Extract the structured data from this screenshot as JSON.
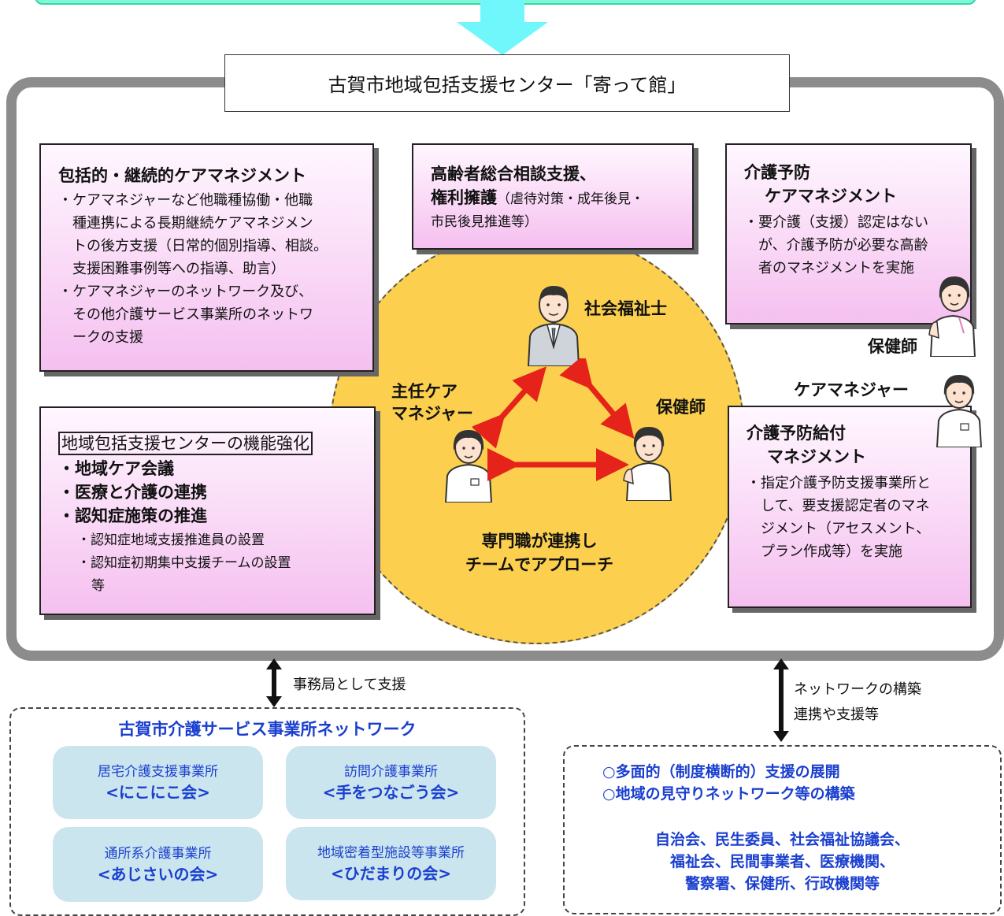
{
  "center": {
    "title": "古賀市地域包括支援センター「寄って館」"
  },
  "boxes": {
    "comprehensive": {
      "title": "包括的・継続的ケアマネジメント",
      "bullet1": [
        "・ケアマネジャーなど他職種協働・他職",
        "種連携による長期継続ケアマネジメン",
        "トの後方支援（日常的個別指導、相談。",
        "支援困難事例等への指導、助言）"
      ],
      "bullet2": [
        "・ケアマネジャーのネットワーク及び、",
        "その他介護サービス事業所のネットワ",
        "ークの支援"
      ]
    },
    "consultation": {
      "title": "高齢者総合相談支援、",
      "title2": "権利擁護",
      "note": "（虐待対策・成年後見・",
      "note2": "市民後見推進等）"
    },
    "prevention_cm": {
      "title1": "介護予防",
      "title2": "ケアマネジメント",
      "text": [
        "・要介護（支援）認定はない",
        "が、介護予防が必要な高齢",
        "者のマネジメントを実施"
      ]
    },
    "strengthening": {
      "title": "地域包括支援センターの機能強化",
      "items": [
        "・地域ケア会議",
        "・医療と介護の連携",
        "・認知症施策の推進"
      ],
      "sub": [
        "・認知症地域支援推進員の設置",
        "・認知症初期集中支援チームの設置",
        "等"
      ]
    },
    "benefit_cm": {
      "title1": "介護予防給付",
      "title2": "マネジメント",
      "text": [
        "・指定介護予防支援事業所と",
        "して、要支援認定者のマネ",
        "ジメント（アセスメント、",
        "プラン作成等）を実施"
      ]
    }
  },
  "roles": {
    "social_worker": "社会福祉士",
    "chief_cm1": "主任ケア",
    "chief_cm2": "マネジャー",
    "nurse": "保健師",
    "nurse_right": "保健師",
    "care_manager": "ケアマネジャー"
  },
  "circle_text": [
    "専門職が連携し",
    "チームでアプローチ"
  ],
  "links": {
    "left": "事務局として支援",
    "right1": "ネットワークの構築",
    "right2": "連携や支援等"
  },
  "network_left": {
    "title": "古賀市介護サービス事業所ネットワーク",
    "orgs": [
      {
        "name": "居宅介護支援事業所",
        "group": "<にこにこ会>"
      },
      {
        "name": "訪問介護事業所",
        "group": "<手をつなごう会>"
      },
      {
        "name": "通所系介護事業所",
        "group": "<あじさいの会>"
      },
      {
        "name": "地域密着型施設等事業所",
        "group": "<ひだまりの会>"
      }
    ]
  },
  "network_right": {
    "line1": "○多面的（制度横断的）支援の展開",
    "line2": "○地域の見守りネットワーク等の構築",
    "members": [
      "自治会、民生委員、社会福祉協議会、",
      "福祉会、民間事業者、医療機関、",
      "警察署、保健所、行政機関等"
    ]
  },
  "colors": {
    "accent_arrow": "#e5231a",
    "circle": "#fcd04e",
    "blue_text": "#1a3fcf",
    "top_arrow": "#6ff7fb"
  }
}
